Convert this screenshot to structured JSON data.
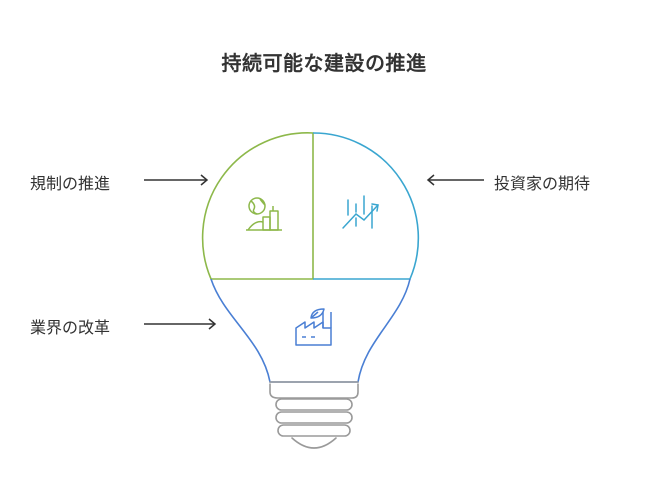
{
  "title": "持続可能な建設の推進",
  "labels": {
    "regulation": "規制の推進",
    "investor": "投資家の期待",
    "industry": "業界の改革"
  },
  "icons": {
    "regulation": "globe-buildings-icon",
    "investor": "rising-chart-icon",
    "industry": "eco-factory-icon"
  },
  "colors": {
    "regulation": "#8db84a",
    "investor": "#3aa6d0",
    "industry": "#4a7fd4",
    "base": "#9a9a9a",
    "text": "#333333"
  }
}
